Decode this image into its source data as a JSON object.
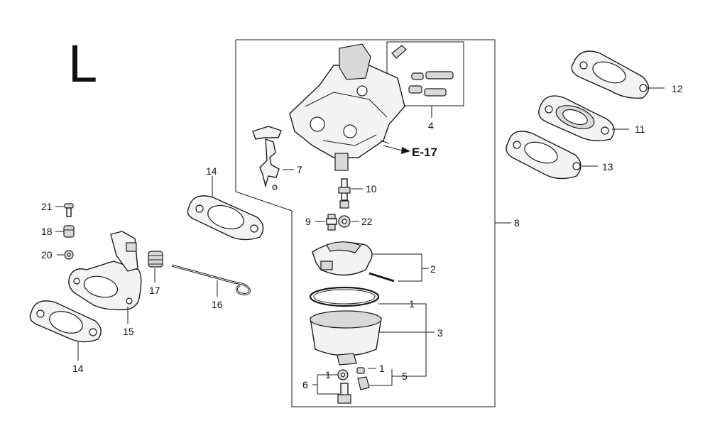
{
  "section_letter": "L",
  "reference": "E-17",
  "part_labels": {
    "p1a": "1",
    "p1b": "1",
    "p1c": "1",
    "p2": "2",
    "p3": "3",
    "p4": "4",
    "p5": "5",
    "p6": "6",
    "p7": "7",
    "p8": "8",
    "p9": "9",
    "p10": "10",
    "p11": "11",
    "p12": "12",
    "p13": "13",
    "p14a": "14",
    "p14b": "14",
    "p15": "15",
    "p16": "16",
    "p17": "17",
    "p18": "18",
    "p20": "20",
    "p21": "21",
    "p22": "22"
  }
}
